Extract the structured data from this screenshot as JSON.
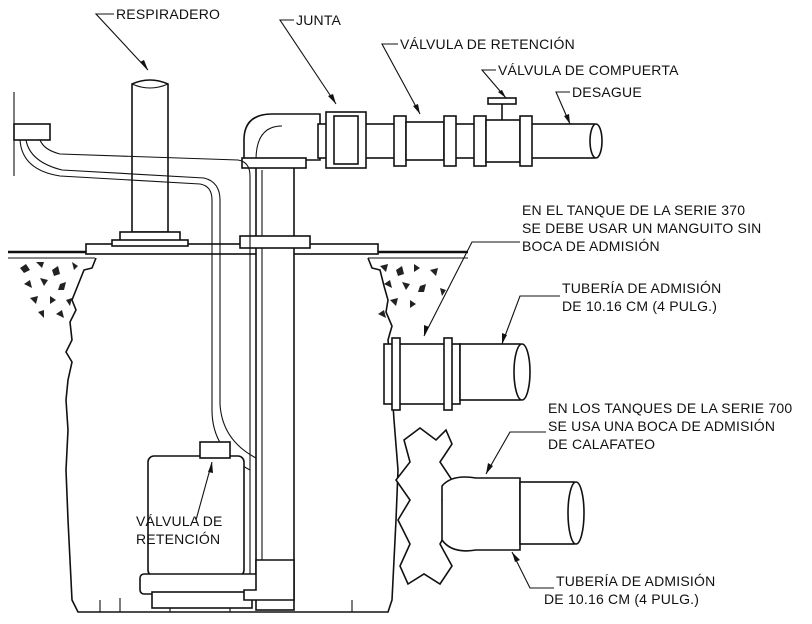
{
  "labels": {
    "vent": "RESPIRADERO",
    "union": "JUNTA",
    "check_valve_top": "VÁLVULA DE RETENCIÓN",
    "gate_valve": "VÁLVULA DE COMPUERTA",
    "discharge": "DESAGUE",
    "note_370": [
      "EN EL TANQUE DE LA SERIE 370",
      "SE DEBE USAR UN MANGUITO SIN",
      "BOCA DE ADMISIÓN"
    ],
    "inlet_pipe_1": [
      "TUBERÍA DE ADMISIÓN",
      "DE 10.16 CM (4 PULG.)"
    ],
    "note_700": [
      "EN LOS TANQUES DE LA SERIE 700",
      "SE USA UNA BOCA DE ADMISIÓN",
      "DE CALAFATEO"
    ],
    "check_valve_pump": [
      "VÁLVULA DE",
      "RETENCIÓN"
    ],
    "inlet_pipe_2": [
      "TUBERÍA DE ADMISIÓN",
      "DE 10.16 CM (4 PULG.)"
    ]
  }
}
